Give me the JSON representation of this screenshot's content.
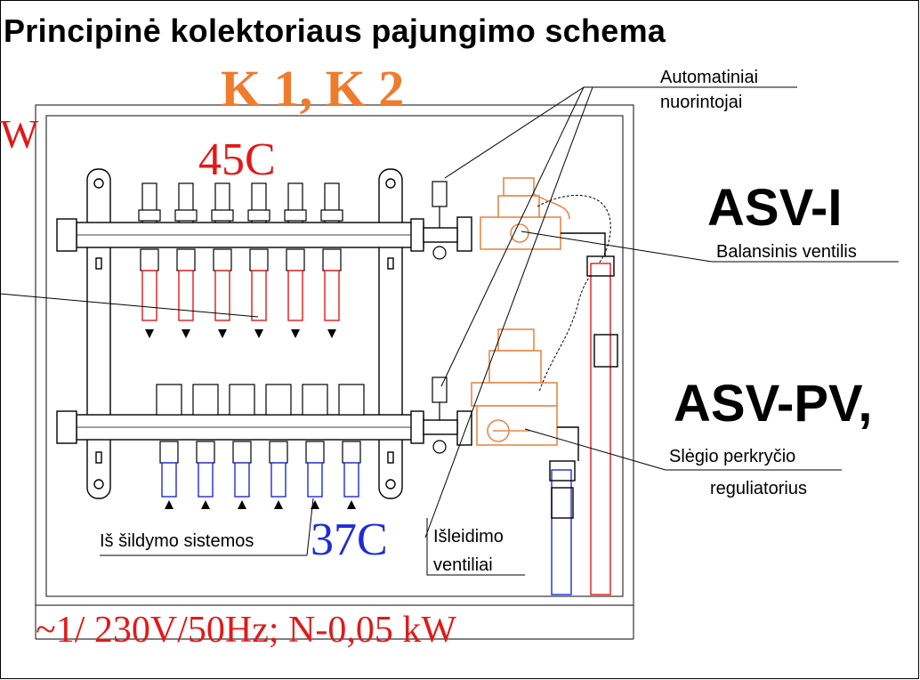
{
  "title": "Principinė  kolektoriaus pajungimo schema",
  "subtitle": "K 1, K 2",
  "fragment_left": "W",
  "supply_temp": "45C",
  "return_temp": "37C",
  "labels": {
    "auto_vents_line1": "Automatiniai",
    "auto_vents_line2": "nuorintojai",
    "asv_i": "ASV-I",
    "balancing_valve": "Balansinis ventilis",
    "asv_pv": "ASV-PV,",
    "pressure_reg_line1": "Slėgio perkryčio",
    "pressure_reg_line2": "reguliatorius",
    "from_heating": "Iš šildymo sistemos",
    "drain_line1": "Išleidimo",
    "drain_line2": "ventiliai"
  },
  "power_spec": "~1/ 230V/50Hz; N-0,05 kW",
  "colors": {
    "title": "#000000",
    "accent_orange": "#f07b2c",
    "supply_red": "#e01a1a",
    "return_blue": "#1f2bd8",
    "valve_orange": "#e8894a"
  },
  "counts": {
    "supply_loops": 6,
    "return_loops": 6
  }
}
